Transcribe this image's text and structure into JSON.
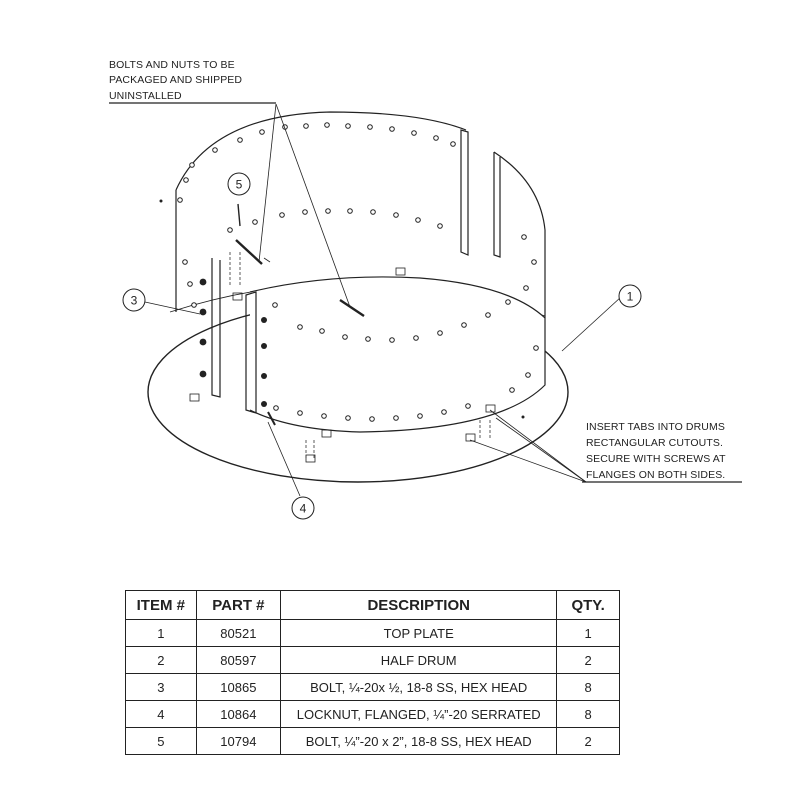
{
  "notes": {
    "bolts_line1": "BOLTS AND NUTS TO BE",
    "bolts_line2": "PACKAGED AND SHIPPED",
    "bolts_line3": "UNINSTALLED",
    "tabs_line1": "INSERT TABS INTO DRUMS",
    "tabs_line2": "RECTANGULAR CUTOUTS.",
    "tabs_line3": "SECURE WITH SCREWS AT",
    "tabs_line4": "FLANGES ON BOTH SIDES."
  },
  "callouts": {
    "c1": "1",
    "c3": "3",
    "c4": "4",
    "c5": "5"
  },
  "bom": {
    "headers": [
      "ITEM #",
      "PART #",
      "DESCRIPTION",
      "QTY."
    ],
    "rows": [
      {
        "item": "1",
        "part": "80521",
        "description": "TOP PLATE",
        "qty": "1"
      },
      {
        "item": "2",
        "part": "80597",
        "description": "HALF DRUM",
        "qty": "2"
      },
      {
        "item": "3",
        "part": "10865",
        "description": "BOLT, ¼-20x ½, 18-8 SS, HEX HEAD",
        "qty": "8"
      },
      {
        "item": "4",
        "part": "10864",
        "description": "LOCKNUT, FLANGED, ¼”-20 SERRATED",
        "qty": "8"
      },
      {
        "item": "5",
        "part": "10794",
        "description": "BOLT, ¼”-20 x 2”, 18-8 SS, HEX HEAD",
        "qty": "2"
      }
    ]
  }
}
